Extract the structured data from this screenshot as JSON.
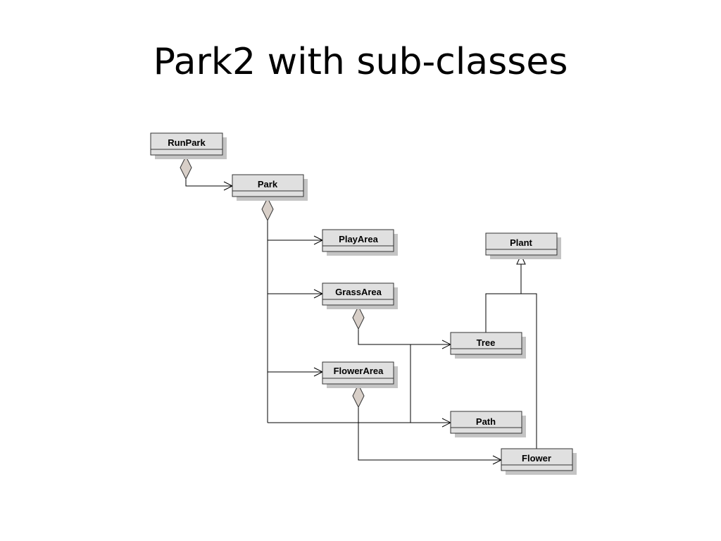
{
  "slide": {
    "title": "Park2 with sub-classes"
  },
  "colors": {
    "class_fill": "#e0e0e0",
    "class_border": "#333333",
    "shadow": "#c4c4c4",
    "diamond_fill": "#d8cfc8",
    "line": "#000000"
  },
  "classes": {
    "runpark": "RunPark",
    "park": "Park",
    "playarea": "PlayArea",
    "grassarea": "GrassArea",
    "flowerarea": "FlowerArea",
    "plant": "Plant",
    "tree": "Tree",
    "path": "Path",
    "flower": "Flower"
  }
}
